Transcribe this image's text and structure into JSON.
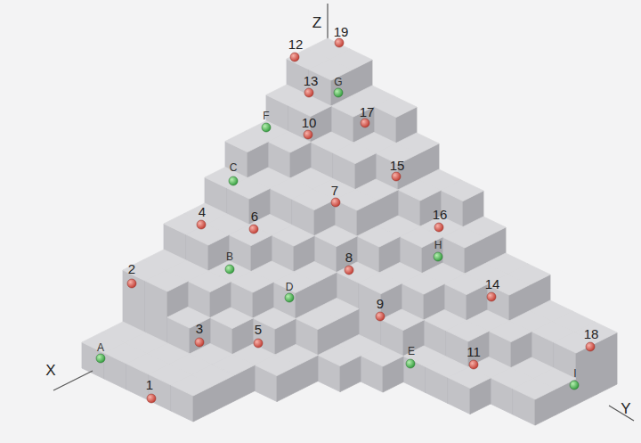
{
  "diagram": {
    "labels": [
      "Z",
      "19",
      "12",
      "13",
      "G",
      "F",
      "10",
      "17",
      "C",
      "15",
      "7",
      "4",
      "6",
      "16",
      "H",
      "2",
      "B",
      "8",
      "D",
      "14",
      "9",
      "18",
      "3",
      "5",
      "A",
      "1",
      "E",
      "11",
      "I",
      "X",
      "Y"
    ]
  }
}
